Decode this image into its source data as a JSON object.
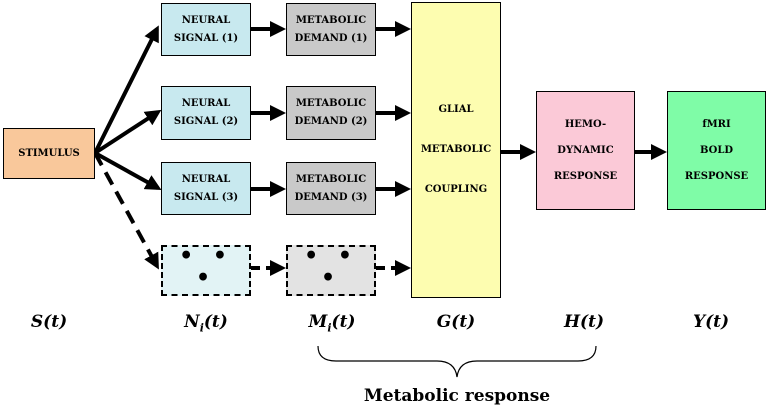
{
  "boxes": {
    "stimulus": {
      "label": "STIMULUS",
      "color": "#f9c89b"
    },
    "neural_1": {
      "label": "NEURAL\nSIGNAL (1)",
      "color": "#c8e9ef"
    },
    "neural_2": {
      "label": "NEURAL\nSIGNAL (2)",
      "color": "#c8e9ef"
    },
    "neural_3": {
      "label": "NEURAL\nSIGNAL (3)",
      "color": "#c8e9ef"
    },
    "neural_n": {
      "label": "• • •",
      "color": "#e2f3f5"
    },
    "metabolic_1": {
      "label": "METABOLIC\nDEMAND (1)",
      "color": "#c9c9c9"
    },
    "metabolic_2": {
      "label": "METABOLIC\nDEMAND (2)",
      "color": "#c9c9c9"
    },
    "metabolic_3": {
      "label": "METABOLIC\nDEMAND (3)",
      "color": "#c9c9c9"
    },
    "metabolic_n": {
      "label": "• • •",
      "color": "#e3e3e3"
    },
    "glial": {
      "label": "GLIAL\nMETABOLIC\nCOUPLING",
      "color": "#fdfdb0"
    },
    "hemodynamic": {
      "label": "HEMO-\nDYNAMIC\nRESPONSE",
      "color": "#fbc9d7"
    },
    "fmri": {
      "label": "fMRI\nBOLD\nRESPONSE",
      "color": "#7ffca7"
    }
  },
  "variables": {
    "s": "S(t)",
    "n": {
      "base": "N",
      "sub": "i",
      "rest": "(t)"
    },
    "m": {
      "base": "M",
      "sub": "i",
      "rest": "(t)"
    },
    "g": "G(t)",
    "h": "H(t)",
    "y": "Y(t)"
  },
  "caption": "Metabolic response"
}
